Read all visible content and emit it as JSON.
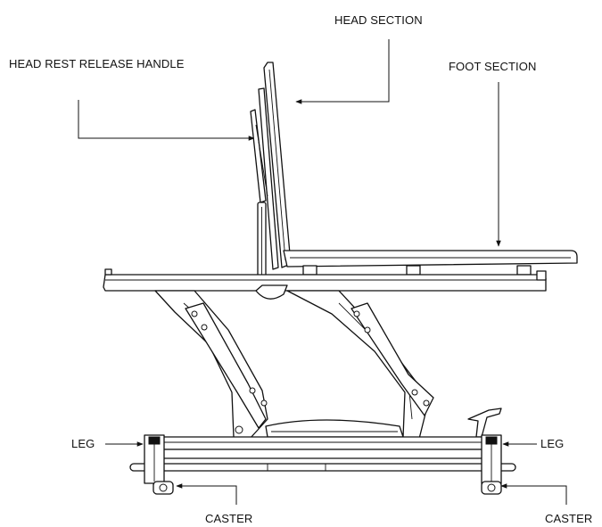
{
  "labels": {
    "head_section": "HEAD SECTION",
    "head_rest_release_handle": "HEAD REST RELEASE HANDLE",
    "foot_section": "FOOT SECTION",
    "leg_left": "LEG",
    "leg_right": "LEG",
    "caster_left": "CASTER",
    "caster_right": "CASTER"
  },
  "colors": {
    "line": "#111111",
    "background": "#ffffff"
  }
}
